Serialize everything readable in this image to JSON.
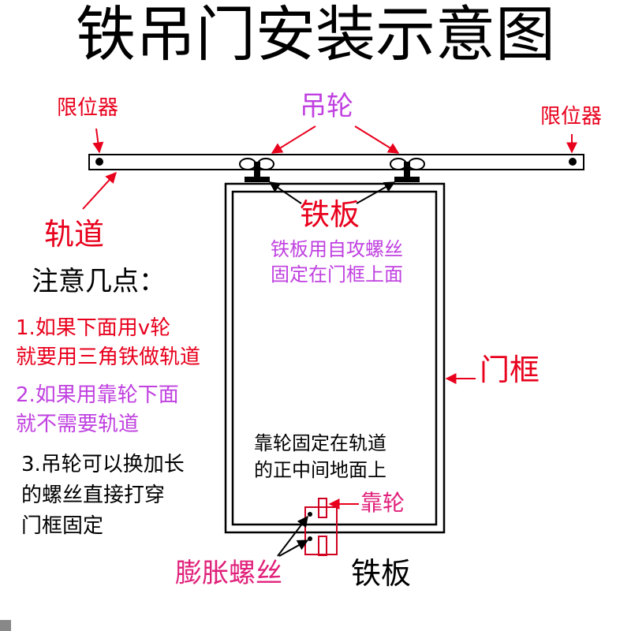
{
  "title": "铁吊门安装示意图",
  "labels": {
    "limiter_left": "限位器",
    "limiter_right": "限位器",
    "pulley": "吊轮",
    "track": "轨道",
    "iron_plate": "铁板",
    "iron_plate_note": [
      "铁板用自攻螺丝",
      "固定在门框上面"
    ],
    "door_frame": "门框",
    "guide_wheel_note": [
      "靠轮固定在轨道",
      "的正中间地面上"
    ],
    "guide_wheel": "靠轮",
    "expansion_screw": "膨胀螺丝",
    "bottom_iron_plate": "铁板"
  },
  "notes": {
    "heading": "注意几点：",
    "item1": [
      "1.如果下面用v轮",
      "就要用三角铁做轨道"
    ],
    "item2": [
      "2.如果用靠轮下面",
      "就不需要轨道"
    ],
    "item3": [
      "3.吊轮可以换加长",
      "的螺丝直接打穿",
      "门框固定"
    ]
  },
  "colors": {
    "arrow": "#e8001c",
    "red_text": "#e8001c",
    "magenta_text": "#c040e0",
    "pink_text": "#e0207a",
    "line": "#000000"
  }
}
